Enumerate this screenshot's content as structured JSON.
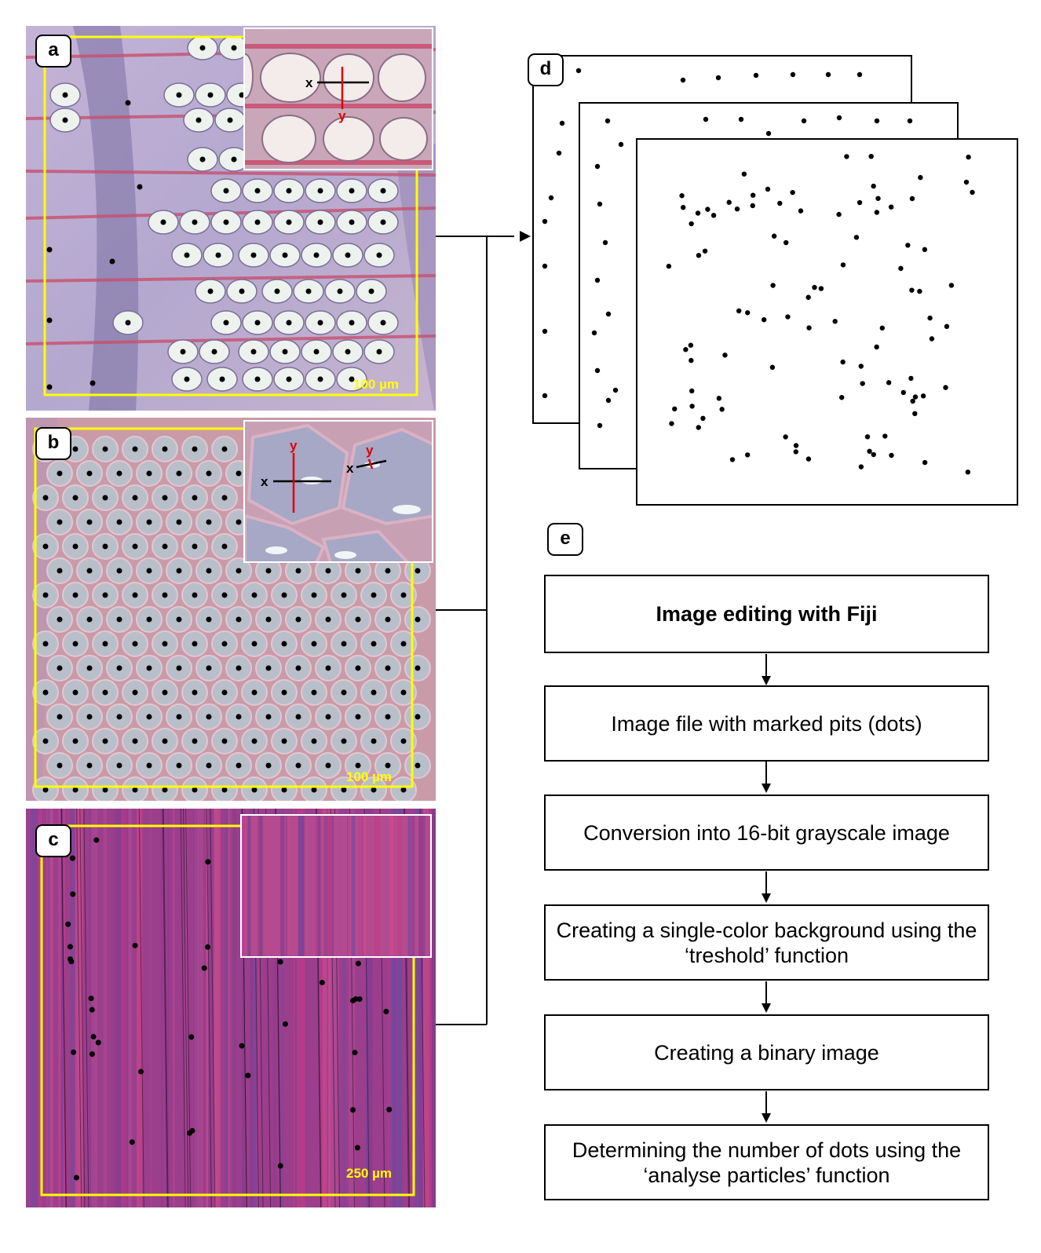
{
  "panels": {
    "a": {
      "label": "a",
      "scale": "100 µm",
      "inset_x": "x",
      "inset_y": "y"
    },
    "b": {
      "label": "b",
      "scale": "100 µm",
      "inset_x1": "x",
      "inset_y1": "y",
      "inset_x2": "x",
      "inset_y2": "y"
    },
    "c": {
      "label": "c",
      "scale": "250 µm"
    },
    "d": {
      "label": "d"
    },
    "e": {
      "label": "e"
    }
  },
  "flowchart": {
    "steps": [
      "Image editing with Fiji",
      "Image file with marked pits (dots)",
      "Conversion into 16-bit grayscale image",
      "Creating a single-color background using the ‘treshold’ function",
      "Creating a binary image",
      "Determining the number of dots using the ‘analyse particles’ function"
    ]
  },
  "colors": {
    "roi_frame": "#ffff00",
    "measure_x": "#000000",
    "measure_y": "#e00000",
    "panel_a_bg": "#b8a6cf",
    "panel_b_bg": "#c79aa6",
    "panel_c_bg": "#9d3f8c"
  }
}
